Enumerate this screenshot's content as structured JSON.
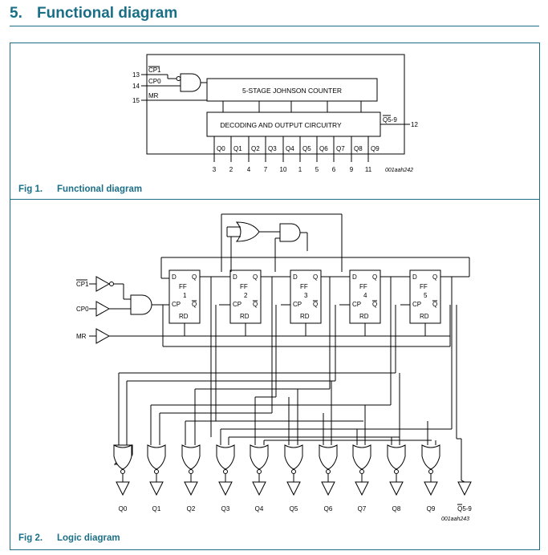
{
  "section": {
    "number": "5.",
    "title": "Functional diagram"
  },
  "fig1": {
    "caption_label": "Fig 1.",
    "caption_text": "Functional diagram",
    "pins_in": {
      "cp1_pin": "13",
      "cp0_pin": "14",
      "mr_pin": "15"
    },
    "signals": {
      "cp1": "CP1",
      "cp0": "CP0",
      "mr": "MR"
    },
    "counter_label": "5-STAGE JOHNSON COUNTER",
    "decoder_label": "DECODING AND OUTPUT CIRCUITRY",
    "carry": {
      "label": "Q5-9",
      "pin": "12"
    },
    "outputs": [
      "Q0",
      "Q1",
      "Q2",
      "Q3",
      "Q4",
      "Q5",
      "Q6",
      "Q7",
      "Q8",
      "Q9"
    ],
    "output_pins": [
      "3",
      "2",
      "4",
      "7",
      "10",
      "1",
      "5",
      "6",
      "9",
      "11"
    ],
    "code": "001aah242"
  },
  "fig2": {
    "caption_label": "Fig 2.",
    "caption_text": "Logic diagram",
    "inputs": {
      "cp1": "CP1",
      "cp0": "CP0",
      "mr": "MR"
    },
    "ff": {
      "d": "D",
      "q": "Q",
      "ff": "FF",
      "cp": "CP",
      "qbar": "Q",
      "rd": "RD",
      "numbers": [
        "1",
        "2",
        "3",
        "4",
        "5"
      ]
    },
    "outputs": [
      "Q0",
      "Q1",
      "Q2",
      "Q3",
      "Q4",
      "Q5",
      "Q6",
      "Q7",
      "Q8",
      "Q9"
    ],
    "carry_label": "Q5-9",
    "code": "001aah243"
  }
}
